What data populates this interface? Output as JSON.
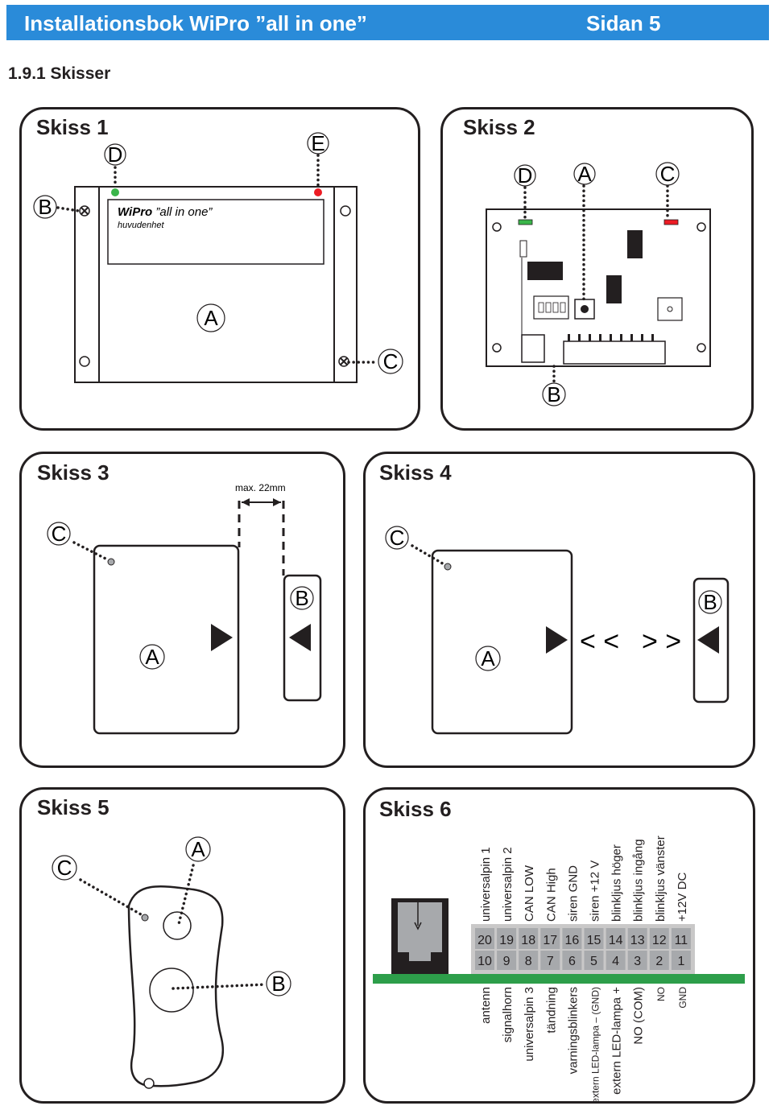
{
  "header": {
    "title": "Installationsbok WiPro ”all in one”",
    "page": "Sidan 5"
  },
  "section_title": "1.9.1 Skisser",
  "skiss1": {
    "title": "Skiss 1",
    "device_name": "WiPro",
    "device_name_suffix": "”all in one”",
    "device_subtitle": "huvudenhet",
    "labels": {
      "a": "A",
      "b": "B",
      "c": "C",
      "d": "D",
      "e": "E"
    },
    "colors": {
      "led_green": "#3ab54a",
      "led_red": "#ed1c24"
    }
  },
  "skiss2": {
    "title": "Skiss 2",
    "labels": {
      "a": "A",
      "b": "B",
      "c": "C",
      "d": "D"
    }
  },
  "skiss3": {
    "title": "Skiss 3",
    "max_label": "max. 22mm",
    "labels": {
      "a": "A",
      "b": "B",
      "c": "C"
    }
  },
  "skiss4": {
    "title": "Skiss 4",
    "arrows_left": "< <",
    "arrows_right": "> >",
    "labels": {
      "a": "A",
      "b": "B",
      "c": "C"
    }
  },
  "skiss5": {
    "title": "Skiss 5",
    "labels": {
      "a": "A",
      "b": "B",
      "c": "C"
    }
  },
  "skiss6": {
    "title": "Skiss 6",
    "top_labels": [
      "universalpin 1",
      "universalpin 2",
      "CAN LOW",
      "CAN High",
      "siren GND",
      "siren +12 V",
      "blinkljus höger",
      "blinkljus ingång",
      "blinkljus vänster",
      "+12V DC"
    ],
    "top_pins": [
      "20",
      "19",
      "18",
      "17",
      "16",
      "15",
      "14",
      "13",
      "12",
      "11"
    ],
    "bottom_pins": [
      "10",
      "9",
      "8",
      "7",
      "6",
      "5",
      "4",
      "3",
      "2",
      "1"
    ],
    "bottom_labels": [
      "antenn",
      "signalhorn",
      "universalpin 3",
      "tändning",
      "varningsblinkers",
      "extern LED-lampa – (GND)",
      "extern LED-lampa +",
      "NO (COM)",
      "NO",
      "GND"
    ],
    "colors": {
      "board": "#2d9e4a",
      "connector": "#c9c8c8",
      "pins": "#a7a9ac"
    }
  }
}
